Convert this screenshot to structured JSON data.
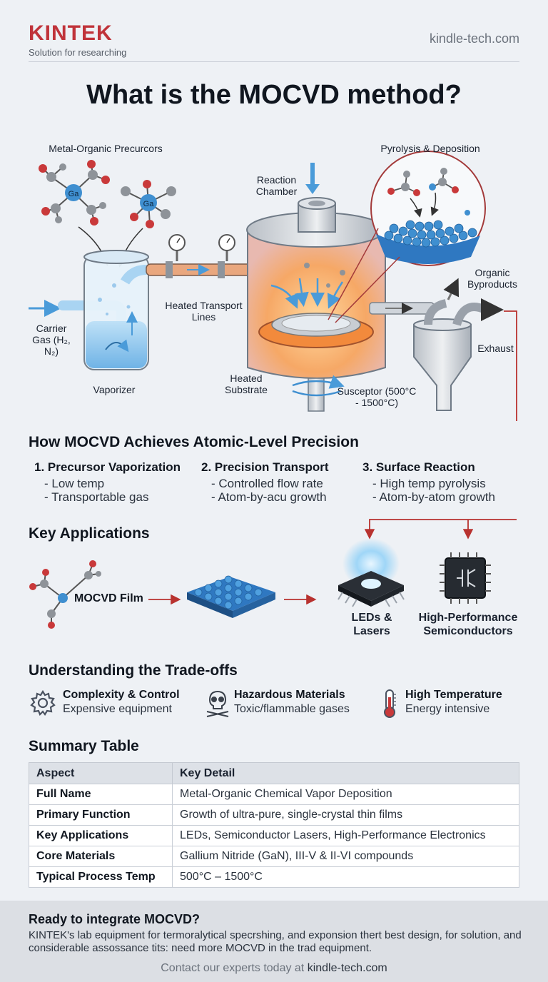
{
  "header": {
    "brand": "KINTEK",
    "tagline": "Solution for researching",
    "site": "kindle-tech.com",
    "title": "What is the MOCVD method?"
  },
  "diagram": {
    "precursors_label": "Metal-Organic Precurcors",
    "ga_label": "Ga",
    "chamber_label": "Reaction Chamber",
    "pyrolysis_label": "Pyrolysis & Deposition",
    "byproducts_label": "Organic Byproducts",
    "exhaust_label": "Exhaust",
    "carrier_label": "Carrier Gas (H₂, N₂)",
    "vaporizer_label": "Vaporizer",
    "transport_label": "Heated Transport Lines",
    "substrate_label": "Heated Substrate",
    "susceptor_label": "Susceptor (500°C - 1500°C)"
  },
  "precision": {
    "heading": "How MOCVD Achieves Atomic-Level Precision",
    "steps": [
      {
        "title": "1. Precursor Vaporization",
        "l1": "- Low temp",
        "l2": "- Transportable gas"
      },
      {
        "title": "2. Precision Transport",
        "l1": "- Controlled flow rate",
        "l2": "- Atom-by-acu growth"
      },
      {
        "title": "3. Surface Reaction",
        "l1": "- High temp pyrolysis",
        "l2": "- Atom-by-atom growth"
      }
    ]
  },
  "applications": {
    "heading": "Key Applications",
    "film_label": "MOCVD Film",
    "led_label": "LEDs & Lasers",
    "semi_label": "High-Performance Semiconductors"
  },
  "tradeoffs": {
    "heading": "Understanding the Trade-offs",
    "items": [
      {
        "icon": "gear-icon",
        "title": "Complexity & Control",
        "desc": "Expensive equipment"
      },
      {
        "icon": "skull-icon",
        "title": "Hazardous Materials",
        "desc": "Toxic/flammable gases"
      },
      {
        "icon": "thermometer-icon",
        "title": "High Temperature",
        "desc": "Energy intensive"
      }
    ]
  },
  "summary": {
    "heading": "Summary Table",
    "col1": "Aspect",
    "col2": "Key Detail",
    "rows": [
      {
        "aspect": "Full Name",
        "detail": "Metal-Organic Chemical Vapor Deposition"
      },
      {
        "aspect": "Primary Function",
        "detail": "Growth of ultra-pure, single-crystal thin films"
      },
      {
        "aspect": "Key Applications",
        "detail": "LEDs, Semiconductor Lasers, High-Performance Electronics"
      },
      {
        "aspect": "Core Materials",
        "detail": "Gallium Nitride (GaN), III-V & II-VI compounds"
      },
      {
        "aspect": "Typical Process Temp",
        "detail": "500°C – 1500°C"
      }
    ]
  },
  "footer": {
    "heading": "Ready to integrate MOCVD?",
    "body": "KINTEK's lab equipment for termoralytical specrshing, and exponsion thert best design, for solution, and considerable assossance tits: need more MOCVD in the trad equipment.",
    "contact_prefix": "Contact our experts today at",
    "contact_link": "kindle-tech.com"
  },
  "colors": {
    "brand": "#c0333a",
    "accent_blue": "#3f8fd0",
    "arrow_red": "#b8322f",
    "heat_orange": "#f08a3a"
  }
}
